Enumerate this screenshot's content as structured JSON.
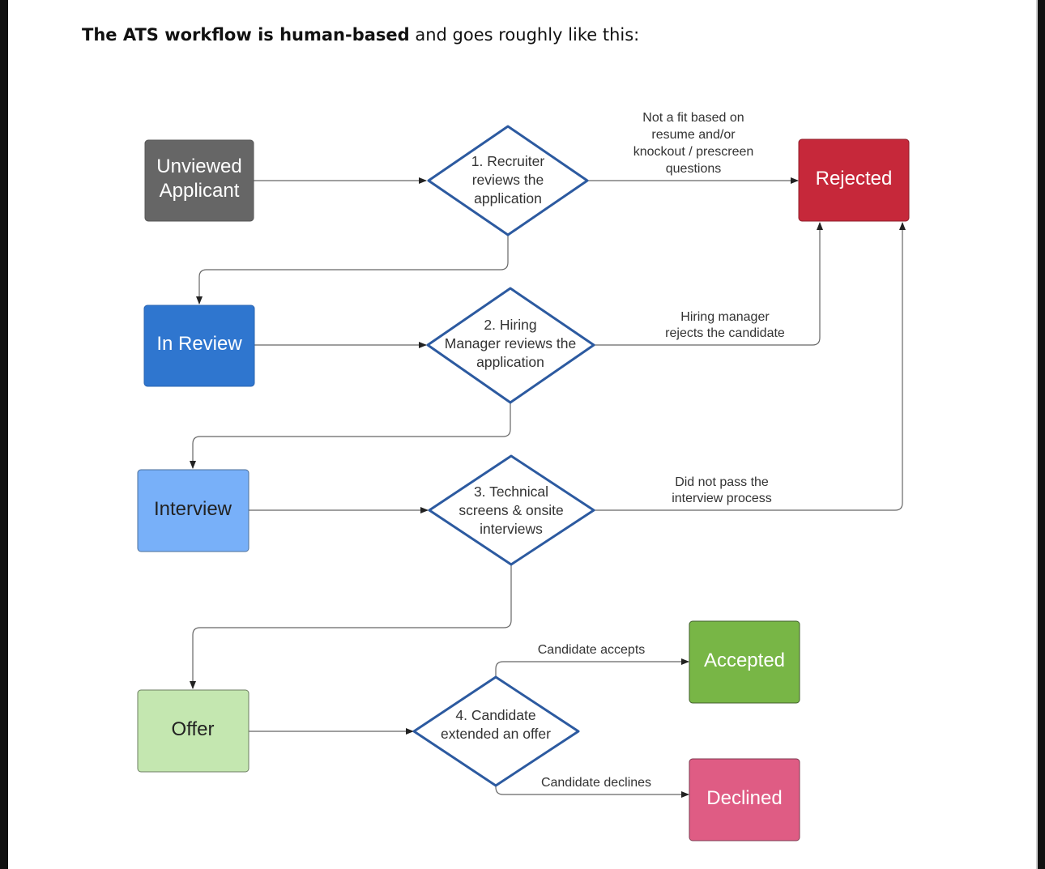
{
  "intro": {
    "bold": "The ATS workflow is human-based",
    "rest": " and goes roughly like this:"
  },
  "nodes": {
    "unviewed": {
      "line1": "Unviewed",
      "line2": "Applicant",
      "fill": "#666666"
    },
    "in_review": {
      "label": "In Review",
      "fill": "#2f76cf"
    },
    "interview": {
      "label": "Interview",
      "fill": "#78b0f9"
    },
    "offer": {
      "label": "Offer",
      "fill": "#c4e7b0"
    },
    "rejected": {
      "label": "Rejected",
      "fill": "#c6283a"
    },
    "accepted": {
      "label": "Accepted",
      "fill": "#78b646"
    },
    "declined": {
      "label": "Declined",
      "fill": "#df5c84"
    }
  },
  "decisions": {
    "d1": {
      "line1": "1. Recruiter",
      "line2": "reviews the",
      "line3": "application"
    },
    "d2": {
      "line1": "2. Hiring",
      "line2": "Manager reviews the",
      "line3": "application"
    },
    "d3": {
      "line1": "3. Technical",
      "line2": "screens & onsite",
      "line3": "interviews"
    },
    "d4": {
      "line1": "4. Candidate",
      "line2": "extended an offer"
    }
  },
  "edge_labels": {
    "not_fit": {
      "line1": "Not a fit based on",
      "line2": "resume and/or",
      "line3": "knockout / prescreen",
      "line4": "questions"
    },
    "hm_rejects": {
      "line1": "Hiring manager",
      "line2": "rejects the candidate"
    },
    "did_not_pass": {
      "line1": "Did not pass the",
      "line2": "interview process"
    },
    "accepts": "Candidate accepts",
    "declines": "Candidate declines"
  },
  "colors": {
    "diamond_stroke": "#2c5aa0",
    "connector": "#666666",
    "page_border": "#111111"
  }
}
